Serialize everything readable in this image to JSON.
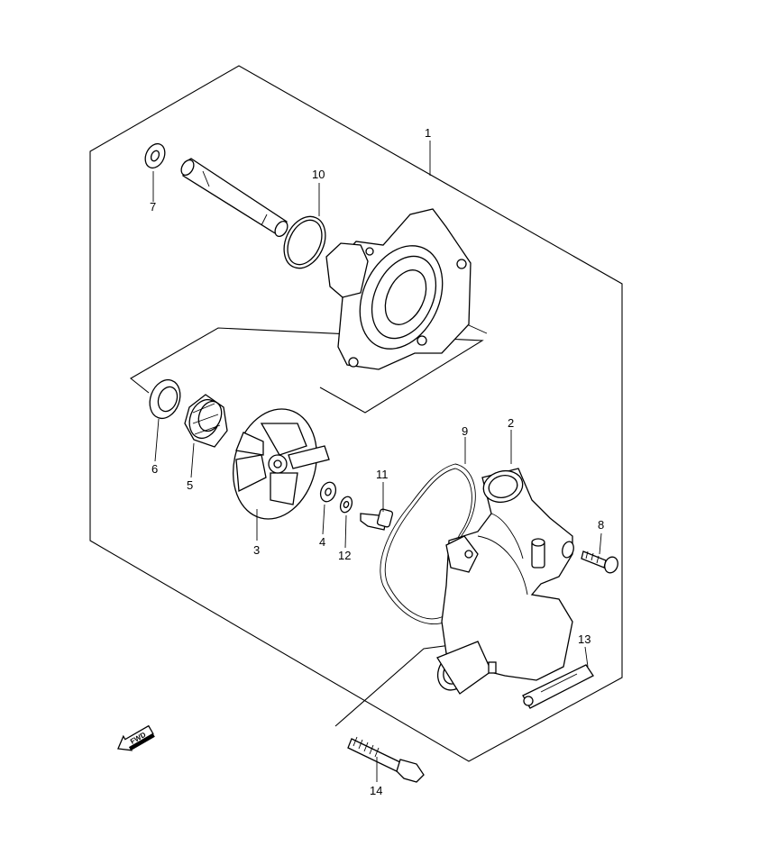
{
  "diagram": {
    "title": "",
    "callouts": [
      {
        "id": "label-1",
        "text": "1"
      },
      {
        "id": "label-2",
        "text": "2"
      },
      {
        "id": "label-3",
        "text": "3"
      },
      {
        "id": "label-4",
        "text": "4"
      },
      {
        "id": "label-5",
        "text": "5"
      },
      {
        "id": "label-6",
        "text": "6"
      },
      {
        "id": "label-7",
        "text": "7"
      },
      {
        "id": "label-8",
        "text": "8"
      },
      {
        "id": "label-9",
        "text": "9"
      },
      {
        "id": "label-10",
        "text": "10"
      },
      {
        "id": "label-11",
        "text": "11"
      },
      {
        "id": "label-12",
        "text": "12"
      },
      {
        "id": "label-13",
        "text": "13"
      },
      {
        "id": "label-14",
        "text": "14"
      }
    ],
    "fwd_arrow": {
      "text": "FWD"
    }
  }
}
